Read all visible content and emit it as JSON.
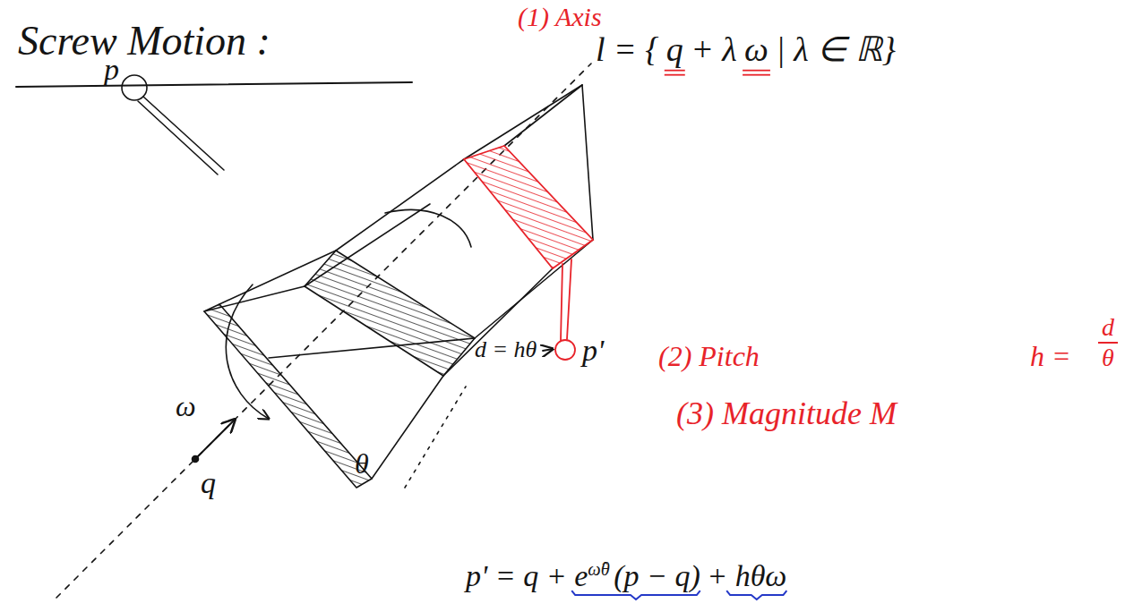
{
  "diagram": {
    "title": "Screw Motion :",
    "labels": [
      "(1) Axis",
      "l = {",
      "q",
      "+ λ",
      "ω",
      "| λ ∈ ℝ}",
      "p",
      "p'",
      "ω",
      "q",
      "θ",
      "d = hθ",
      "(2) Pitch",
      "h =",
      "d",
      "θ",
      "(3) Magnitude M",
      "p' = q + e",
      "ω̂θ",
      "(p − q)",
      "+ hθω"
    ]
  }
}
